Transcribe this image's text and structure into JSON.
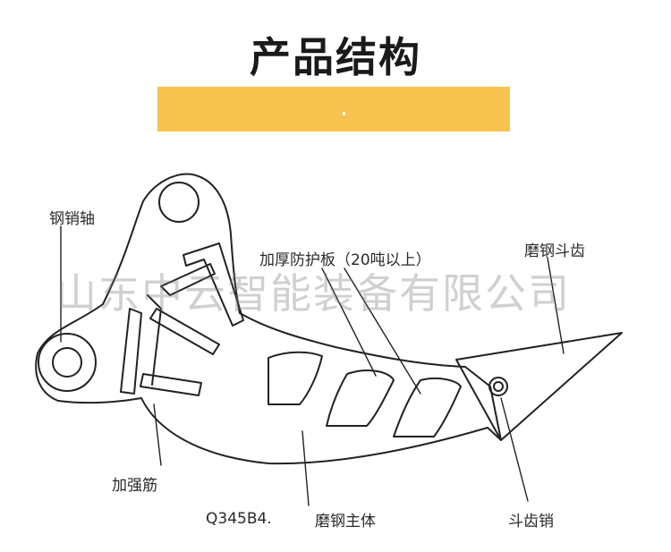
{
  "title": "产品结构",
  "colors": {
    "accent_bar": "#f8c24f",
    "line": "#222222"
  },
  "watermark": "山东中云智能装备有限公司",
  "labels": {
    "steel_pin_shaft": "钢销轴",
    "thick_guard_plate": "加厚防护板（20吨以上）",
    "wear_bucket_tooth": "磨钢斗齿",
    "reinforcing_rib": "加强筋",
    "material": "Q345B4.",
    "wear_steel_body": "磨钢主体",
    "tooth_pin": "斗齿销"
  }
}
